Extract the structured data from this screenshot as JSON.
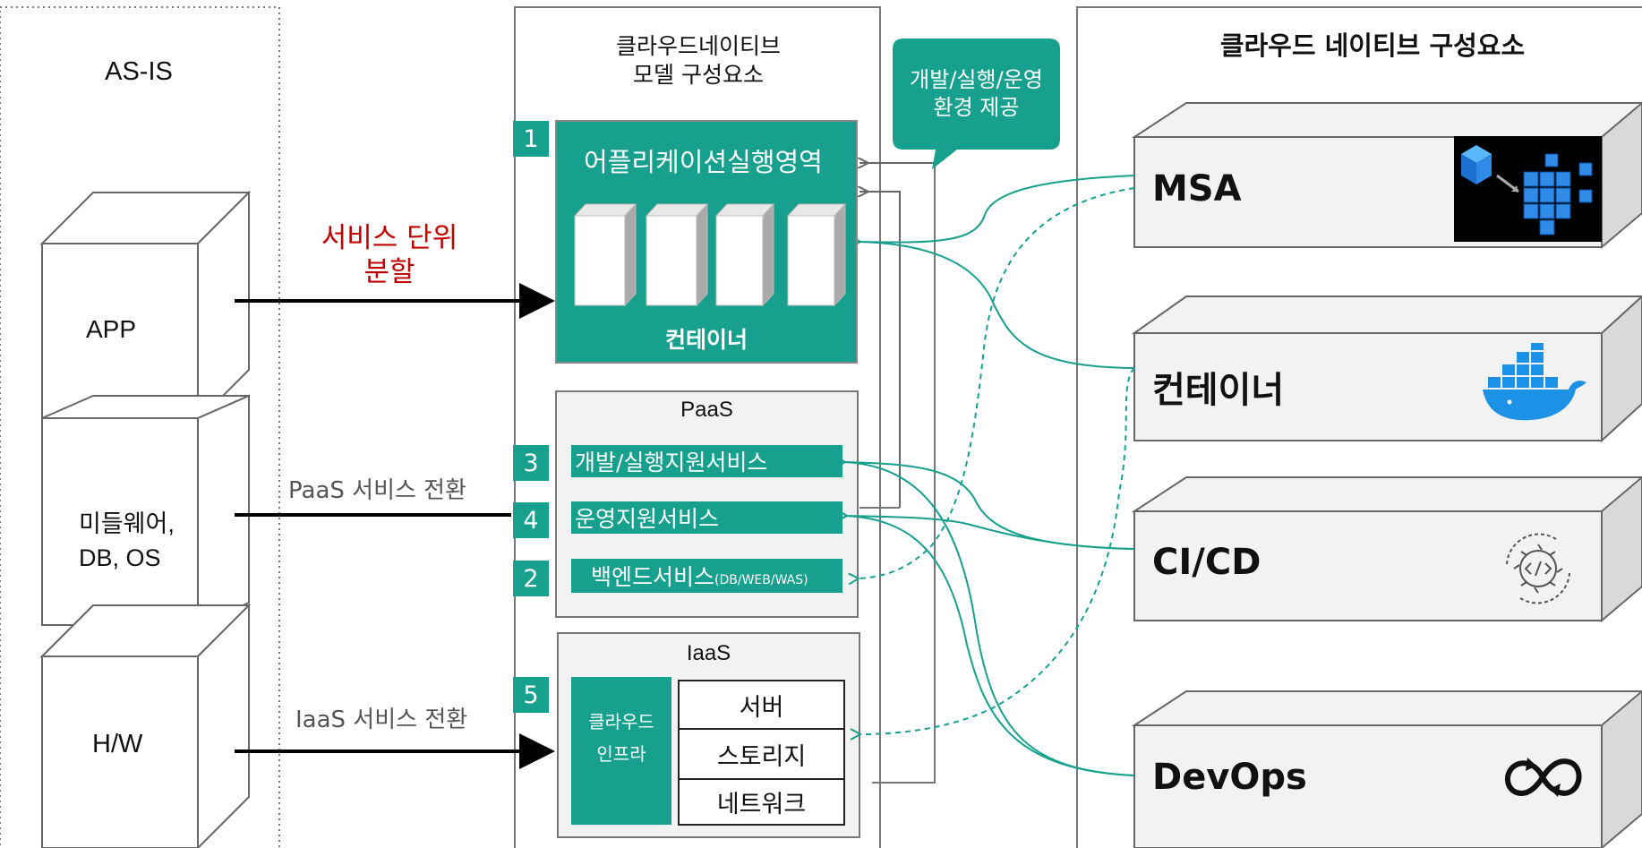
{
  "left": {
    "title": "AS-IS",
    "blocks": [
      {
        "label": "APP"
      },
      {
        "label": "미들웨어,\nDB, OS"
      },
      {
        "label": "H/W"
      }
    ],
    "arrows": {
      "service_split": "서비스 단위\n분할",
      "paas_transition": "PaaS 서비스 전환",
      "iaas_transition": "IaaS 서비스 전환"
    }
  },
  "middle": {
    "title": "클라우드네이티브\n모델 구성요소",
    "callout": "개발/실행/운영\n환경 제공",
    "app_area": {
      "number": "1",
      "title": "어플리케이션실행영역",
      "footer": "컨테이너"
    },
    "paas": {
      "title": "PaaS",
      "services": [
        {
          "number": "3",
          "label": "개발/실행지원서비스"
        },
        {
          "number": "4",
          "label": "운영지원서비스"
        },
        {
          "number": "2",
          "label": "백엔드서비스",
          "sub": "(DB/WEB/WAS)"
        }
      ]
    },
    "iaas": {
      "title": "IaaS",
      "number": "5",
      "infra_label": "클라우드\n인프라",
      "items": [
        "서버",
        "스토리지",
        "네트워크"
      ]
    }
  },
  "right": {
    "title": "클라우드 네이티브 구성요소",
    "components": [
      {
        "label": "MSA",
        "icon": "cubes-icon"
      },
      {
        "label": "컨테이너",
        "icon": "docker-whale-icon"
      },
      {
        "label": "CI/CD",
        "icon": "gear-code-icon"
      },
      {
        "label": "DevOps",
        "icon": "infinity-loop-icon"
      }
    ]
  },
  "colors": {
    "teal": "#17a08e",
    "red_text": "#c00000",
    "box_fill": "#f2f2f2"
  }
}
